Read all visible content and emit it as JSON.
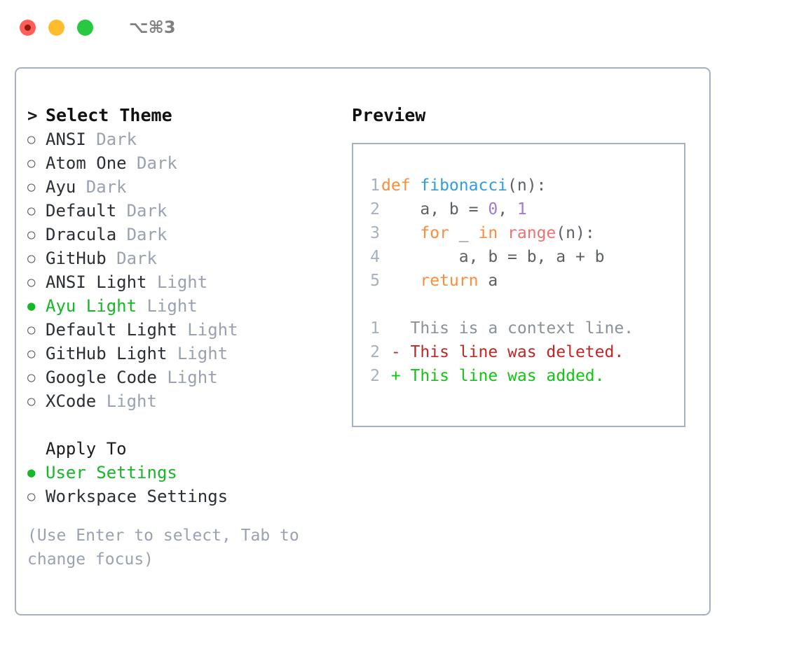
{
  "titlebar": {
    "shortcut": "⌥⌘3",
    "lights": [
      {
        "name": "close",
        "color": "#ff5f57"
      },
      {
        "name": "minimize",
        "color": "#ffbd2e"
      },
      {
        "name": "maximize",
        "color": "#28c840"
      }
    ]
  },
  "theme_picker": {
    "caret": ">",
    "heading": "Select Theme",
    "bullet_off": "○",
    "bullet_on": "●",
    "items": [
      {
        "name": "ANSI",
        "variant": "Dark",
        "selected": false
      },
      {
        "name": "Atom One",
        "variant": "Dark",
        "selected": false
      },
      {
        "name": "Ayu",
        "variant": "Dark",
        "selected": false
      },
      {
        "name": "Default",
        "variant": "Dark",
        "selected": false
      },
      {
        "name": "Dracula",
        "variant": "Dark",
        "selected": false
      },
      {
        "name": "GitHub",
        "variant": "Dark",
        "selected": false
      },
      {
        "name": "ANSI Light",
        "variant": "Light",
        "selected": false
      },
      {
        "name": "Ayu Light",
        "variant": "Light",
        "selected": true
      },
      {
        "name": "Default Light",
        "variant": "Light",
        "selected": false
      },
      {
        "name": "GitHub Light",
        "variant": "Light",
        "selected": false
      },
      {
        "name": "Google Code",
        "variant": "Light",
        "selected": false
      },
      {
        "name": "XCode",
        "variant": "Light",
        "selected": false
      }
    ]
  },
  "apply_to": {
    "heading": "Apply To",
    "options": [
      {
        "label": "User Settings",
        "selected": true
      },
      {
        "label": "Workspace Settings",
        "selected": false
      }
    ]
  },
  "hint": "(Use Enter to select, Tab to change focus)",
  "preview": {
    "title": "Preview",
    "code_lines": [
      {
        "lineno": "1",
        "tokens": [
          {
            "t": "def ",
            "c": "kw"
          },
          {
            "t": "fibonacci",
            "c": "fn"
          },
          {
            "t": "(n):",
            "c": "txt"
          }
        ]
      },
      {
        "lineno": "2",
        "tokens": [
          {
            "t": "    a, b = ",
            "c": "txt"
          },
          {
            "t": "0",
            "c": "num"
          },
          {
            "t": ", ",
            "c": "txt"
          },
          {
            "t": "1",
            "c": "num"
          }
        ]
      },
      {
        "lineno": "3",
        "tokens": [
          {
            "t": "    ",
            "c": "txt"
          },
          {
            "t": "for",
            "c": "kw"
          },
          {
            "t": " _ ",
            "c": "txt"
          },
          {
            "t": "in",
            "c": "kw"
          },
          {
            "t": " ",
            "c": "txt"
          },
          {
            "t": "range",
            "c": "bi"
          },
          {
            "t": "(n):",
            "c": "txt"
          }
        ]
      },
      {
        "lineno": "4",
        "tokens": [
          {
            "t": "        a, b = b, a + b",
            "c": "txt"
          }
        ]
      },
      {
        "lineno": "5",
        "tokens": [
          {
            "t": "    ",
            "c": "txt"
          },
          {
            "t": "return",
            "c": "kw"
          },
          {
            "t": " a",
            "c": "txt"
          }
        ]
      }
    ],
    "diff_lines": [
      {
        "lineno": "1",
        "text": "   This is a context line.",
        "kind": "ctx"
      },
      {
        "lineno": "2",
        "text": " - This line was deleted.",
        "kind": "del"
      },
      {
        "lineno": "2",
        "text": " + This line was added.",
        "kind": "add"
      }
    ]
  },
  "colors": {
    "accent_green": "#15b825",
    "keyword": "#fa8d3e",
    "function": "#2f9ddf",
    "number": "#a37acc",
    "builtin": "#f07171",
    "text": "#5c6166",
    "muted": "#9aa2b1",
    "border": "#a7b0bf",
    "diff_deleted": "#c42525",
    "diff_added": "#14c414"
  }
}
